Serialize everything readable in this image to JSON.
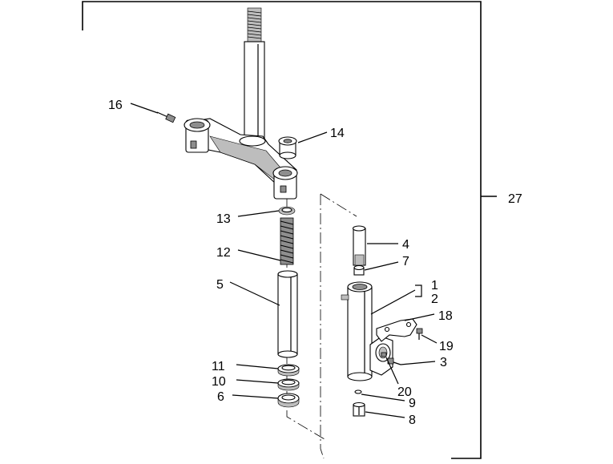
{
  "diagram": {
    "assembly_label": "27",
    "callouts": [
      {
        "id": "c16",
        "text": "16"
      },
      {
        "id": "c14",
        "text": "14"
      },
      {
        "id": "c13",
        "text": "13"
      },
      {
        "id": "c12",
        "text": "12"
      },
      {
        "id": "c5",
        "text": "5"
      },
      {
        "id": "c11",
        "text": "11"
      },
      {
        "id": "c10",
        "text": "10"
      },
      {
        "id": "c6",
        "text": "6"
      },
      {
        "id": "c4",
        "text": "4"
      },
      {
        "id": "c7",
        "text": "7"
      },
      {
        "id": "c1",
        "text": "1"
      },
      {
        "id": "c2",
        "text": "2"
      },
      {
        "id": "c18",
        "text": "18"
      },
      {
        "id": "c19",
        "text": "19"
      },
      {
        "id": "c3",
        "text": "3"
      },
      {
        "id": "c20",
        "text": "20"
      },
      {
        "id": "c9",
        "text": "9"
      },
      {
        "id": "c8",
        "text": "8"
      }
    ]
  }
}
